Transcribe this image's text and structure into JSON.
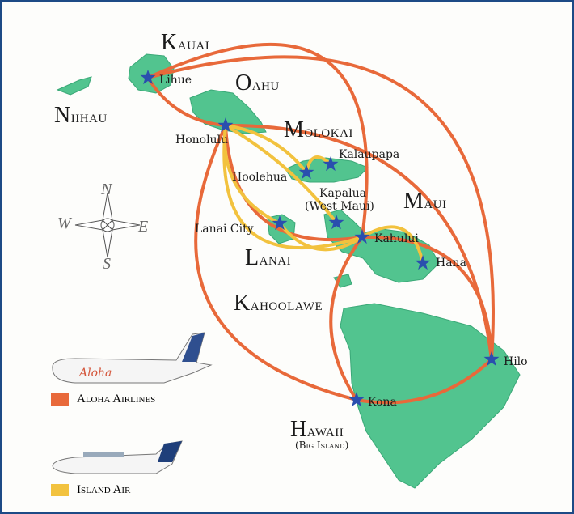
{
  "map": {
    "islands": [
      "Kauai",
      "Niihau",
      "Oahu",
      "Molokai",
      "Maui",
      "Lanai",
      "Kahoolawe",
      "Hawaii"
    ],
    "hawaii_sub": "(Big Island)",
    "cities": [
      "Lihue",
      "Honolulu",
      "Hoolehua",
      "Kalaupapa",
      "Kapalua",
      "(West Maui)",
      "Lanai City",
      "Kahului",
      "Hana",
      "Hilo",
      "Kona"
    ],
    "compass": {
      "n": "N",
      "s": "S",
      "e": "E",
      "w": "W"
    },
    "routes": [
      {
        "airline": "aloha",
        "from": "Lihue",
        "to": "Honolulu"
      },
      {
        "airline": "aloha",
        "from": "Lihue",
        "to": "Kahului"
      },
      {
        "airline": "aloha",
        "from": "Lihue",
        "to": "Hilo"
      },
      {
        "airline": "aloha",
        "from": "Honolulu",
        "to": "Kahului"
      },
      {
        "airline": "aloha",
        "from": "Honolulu",
        "to": "Kona"
      },
      {
        "airline": "aloha",
        "from": "Honolulu",
        "to": "Hilo"
      },
      {
        "airline": "aloha",
        "from": "Kahului",
        "to": "Kona"
      },
      {
        "airline": "aloha",
        "from": "Kahului",
        "to": "Hilo"
      },
      {
        "airline": "aloha",
        "from": "Kona",
        "to": "Hilo"
      },
      {
        "airline": "island",
        "from": "Honolulu",
        "to": "Hoolehua"
      },
      {
        "airline": "island",
        "from": "Honolulu",
        "to": "Kapalua"
      },
      {
        "airline": "island",
        "from": "Honolulu",
        "to": "Lanai City"
      },
      {
        "airline": "island",
        "from": "Honolulu",
        "to": "Kahului"
      },
      {
        "airline": "island",
        "from": "Hoolehua",
        "to": "Kalaupapa"
      },
      {
        "airline": "island",
        "from": "Lanai City",
        "to": "Kahului"
      },
      {
        "airline": "island",
        "from": "Kahului",
        "to": "Hana"
      }
    ]
  },
  "legend": {
    "aloha": {
      "label": "Aloha Airlines",
      "color": "#e8693a"
    },
    "island": {
      "label": "Island Air",
      "color": "#f2c23e"
    }
  },
  "colors": {
    "land": "#52c48f",
    "star": "#2a4fae",
    "border": "#1d4a86"
  }
}
